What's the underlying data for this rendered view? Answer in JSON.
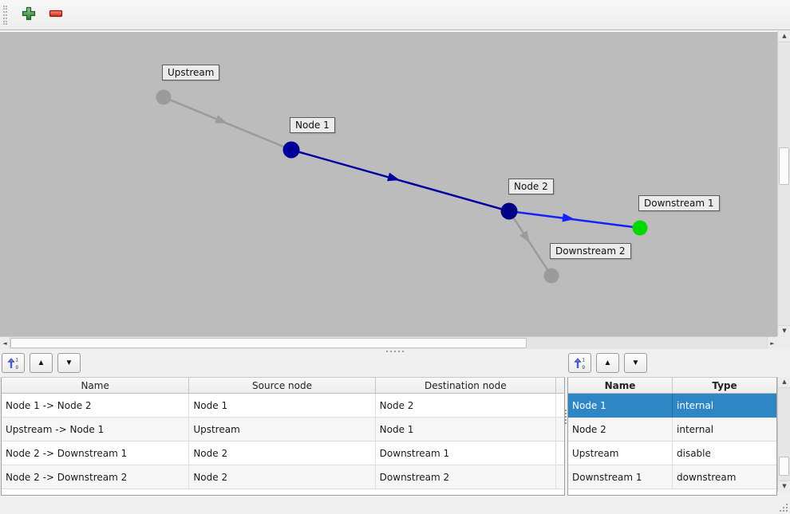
{
  "window": {
    "background": "#f0f0f0",
    "canvas_background": "#bcbcbc"
  },
  "top_toolbar": {
    "buttons": [
      {
        "name": "add",
        "icon": "plus-icon",
        "color": "#3f8f43"
      },
      {
        "name": "remove",
        "icon": "minus-icon",
        "color": "#e23a26"
      }
    ]
  },
  "graph": {
    "nodes": [
      {
        "name": "Upstream",
        "color": "#9b9b9b"
      },
      {
        "name": "Node 1",
        "color": "#000099"
      },
      {
        "name": "Node 2",
        "color": "#000087"
      },
      {
        "name": "Downstream 1",
        "color": "#00d900"
      },
      {
        "name": "Downstream 2",
        "color": "#9b9b9b"
      }
    ],
    "edges": [
      {
        "from": "Upstream",
        "to": "Node 1",
        "color": "#9b9b9b"
      },
      {
        "from": "Node 1",
        "to": "Node 2",
        "color": "#0000a0"
      },
      {
        "from": "Node 2",
        "to": "Downstream 1",
        "color": "#1520ff"
      },
      {
        "from": "Node 2",
        "to": "Downstream 2",
        "color": "#9b9b9b"
      }
    ]
  },
  "edge_panel": {
    "toolbar": {
      "sort_icon": "sort-ascending-icon",
      "up_icon": "▲",
      "down_icon": "▼"
    },
    "table": {
      "headers": [
        "Name",
        "Source node",
        "Destination node"
      ],
      "rows": [
        [
          "Node 1 -> Node 2",
          "Node 1",
          "Node 2"
        ],
        [
          "Upstream -> Node 1",
          "Upstream",
          "Node 1"
        ],
        [
          "Node 2 -> Downstream 1",
          "Node 2",
          "Downstream 1"
        ],
        [
          "Node 2 -> Downstream 2",
          "Node 2",
          "Downstream 2"
        ]
      ]
    }
  },
  "node_panel": {
    "toolbar": {
      "sort_icon": "sort-ascending-icon",
      "up_icon": "▲",
      "down_icon": "▼"
    },
    "table": {
      "headers": [
        "Name",
        "Type"
      ],
      "rows": [
        [
          "Node 1",
          "internal"
        ],
        [
          "Node 2",
          "internal"
        ],
        [
          "Upstream",
          "disable"
        ],
        [
          "Downstream 1",
          "downstream"
        ]
      ],
      "selected_row_index": 0,
      "selected_row_name": "Node 1",
      "selection_color": "#2e86c4"
    }
  },
  "scrollbar_glyphs": {
    "up": "▲",
    "down": "▼",
    "left": "◄",
    "right": "►"
  }
}
